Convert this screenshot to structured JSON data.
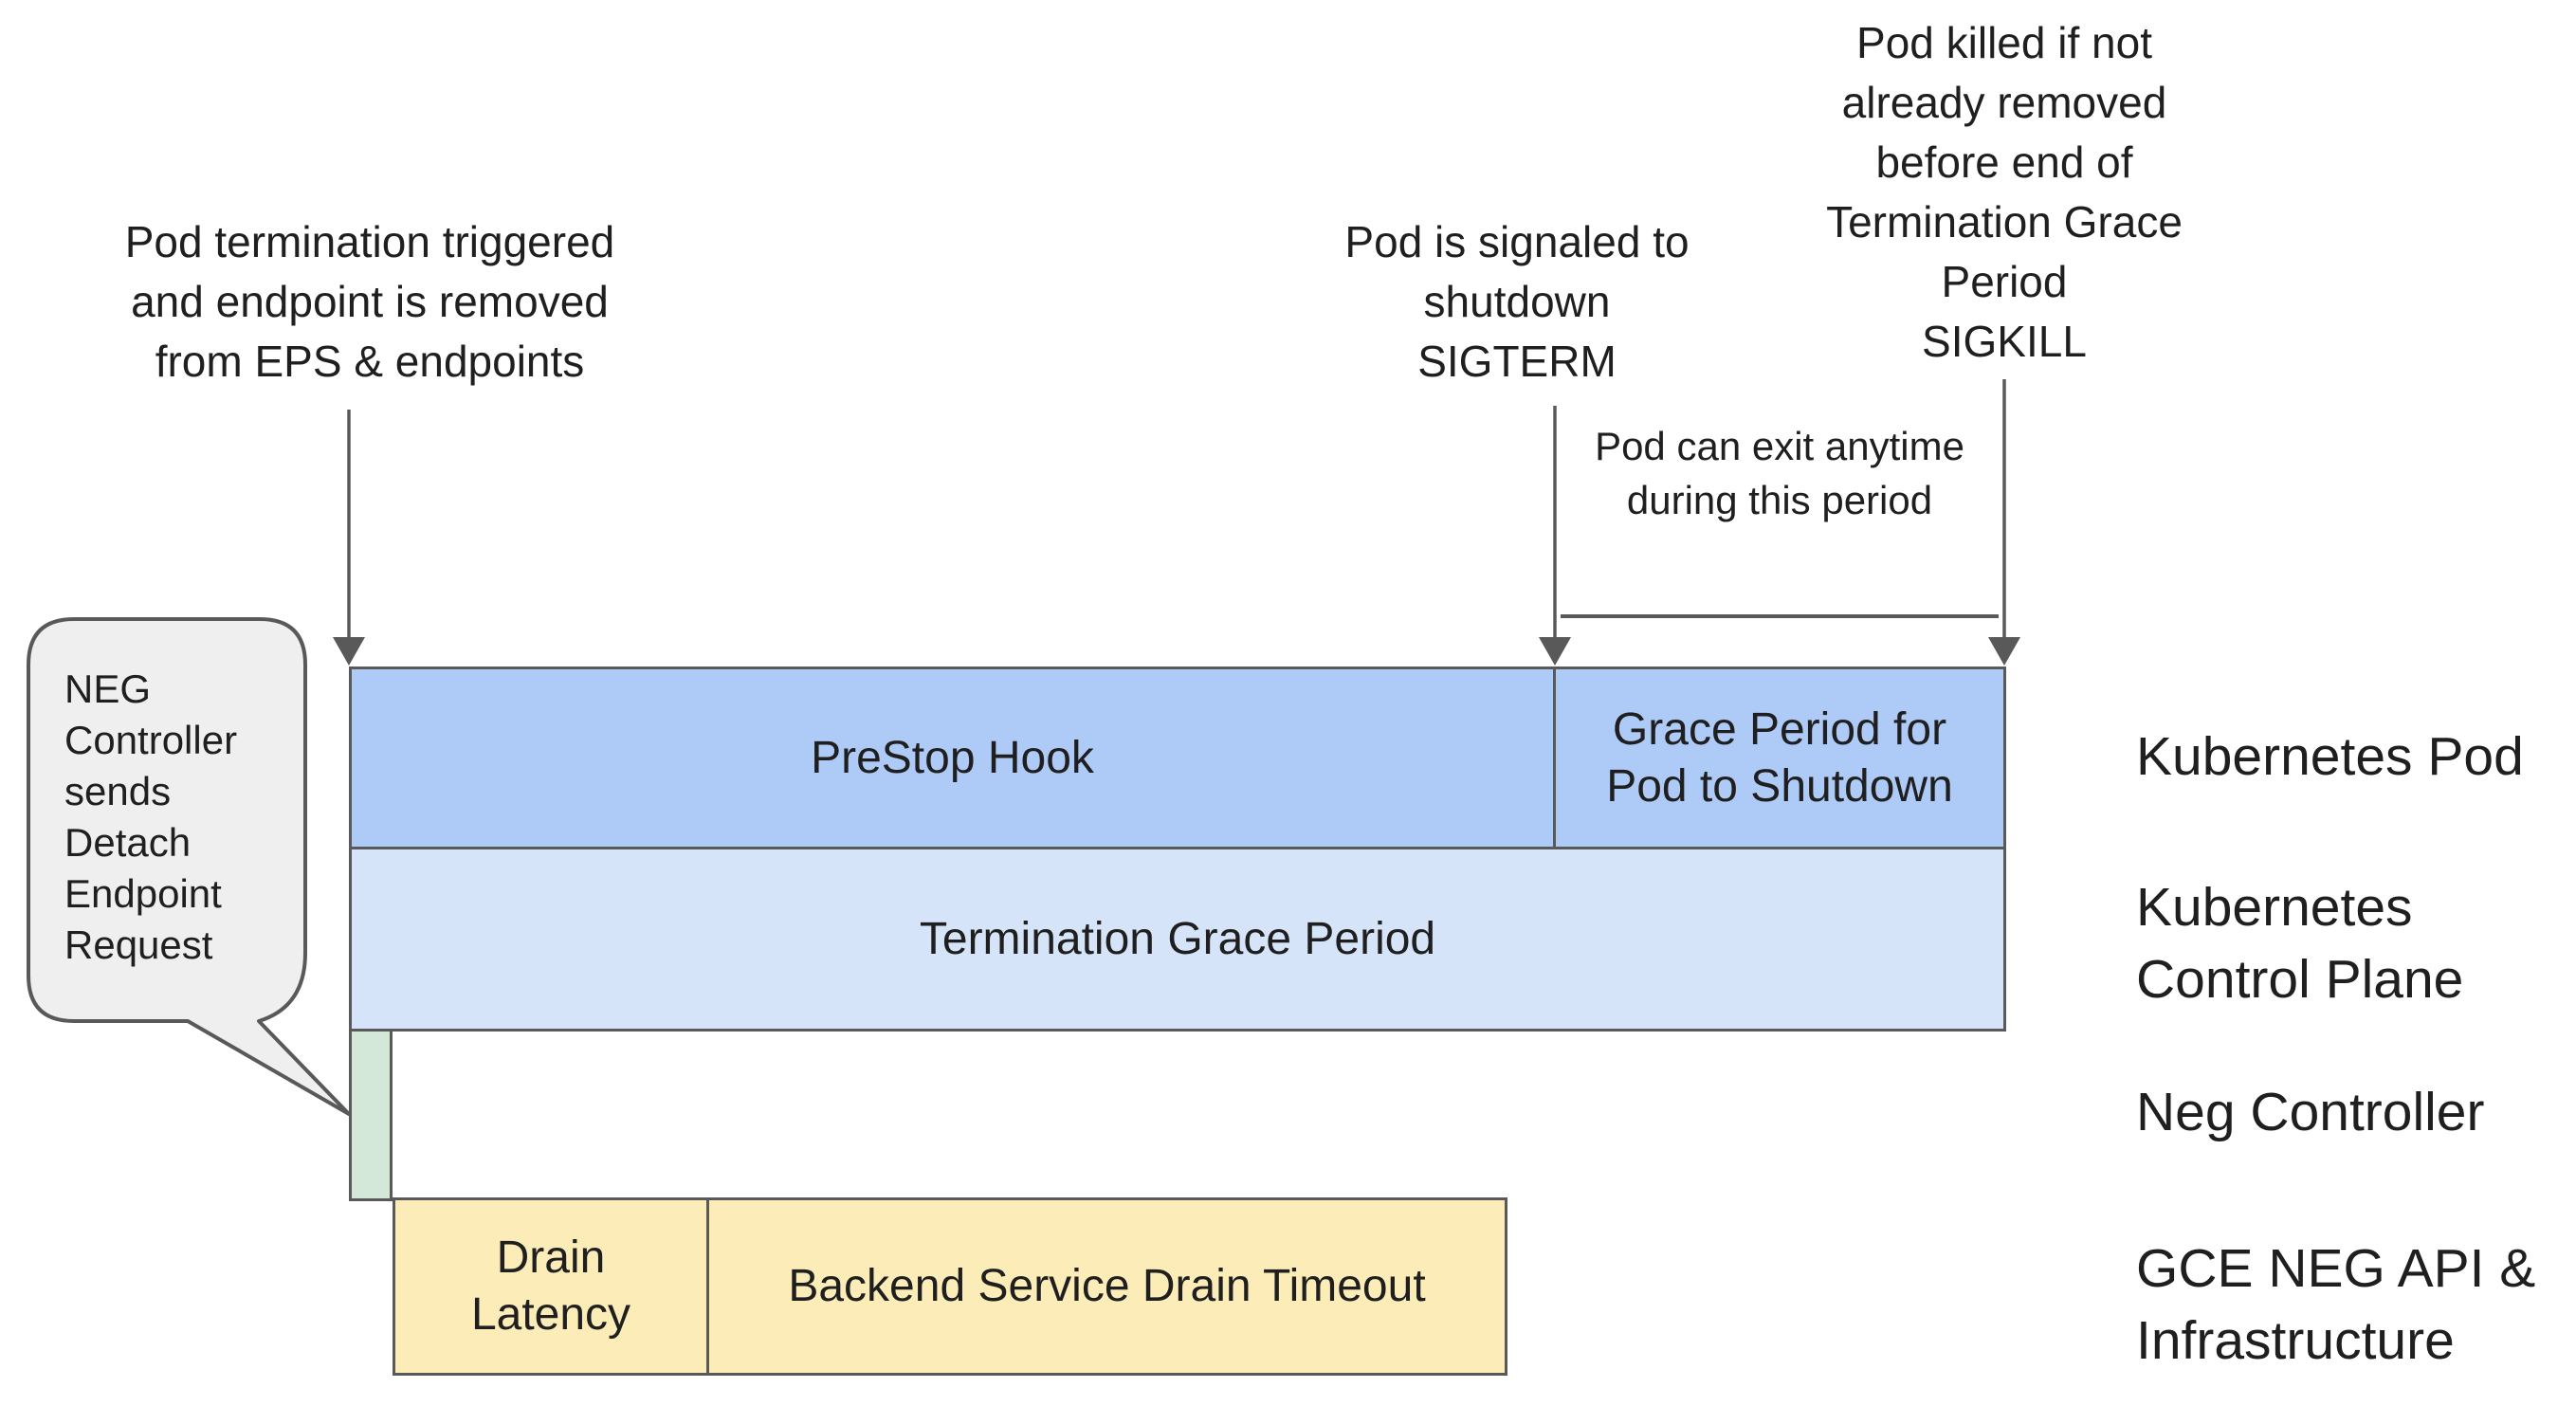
{
  "colors": {
    "bar_blue": "#aecaf7",
    "bar_light_blue": "#d6e4fa",
    "bar_green": "#d4e8d9",
    "bar_yellow": "#fcecb8",
    "border_gray": "#595959",
    "bubble_fill": "#efefef",
    "text": "#1f1f1f"
  },
  "annotations": {
    "pod_termination": {
      "lines": [
        "Pod termination triggered",
        "and endpoint is removed",
        "from EPS & endpoints"
      ]
    },
    "sigterm": {
      "lines": [
        "Pod is signaled to",
        "shutdown",
        "SIGTERM"
      ]
    },
    "sigkill": {
      "lines": [
        "Pod killed if not",
        "already removed",
        "before end of",
        "Termination Grace",
        "Period",
        "SIGKILL"
      ]
    },
    "exit_note": {
      "lines": [
        "Pod can exit anytime",
        "during this period"
      ]
    },
    "neg_bubble": {
      "lines": [
        "NEG",
        "Controller",
        "sends",
        "Detach",
        "Endpoint",
        "Request"
      ]
    }
  },
  "bars": {
    "prestop": {
      "label": "PreStop Hook"
    },
    "grace": {
      "lines": [
        "Grace Period for",
        "Pod to Shutdown"
      ]
    },
    "termination_grace": {
      "label": "Termination Grace Period"
    },
    "drain_latency": {
      "lines": [
        "Drain",
        "Latency"
      ]
    },
    "backend_drain": {
      "label": "Backend Service Drain Timeout"
    }
  },
  "lanes": {
    "kubernetes_pod": "Kubernetes Pod",
    "kubernetes_control_plane": {
      "lines": [
        "Kubernetes",
        "Control Plane"
      ]
    },
    "neg_controller": "Neg Controller",
    "gce_neg": {
      "lines": [
        "GCE NEG API &",
        "Infrastructure"
      ]
    }
  }
}
